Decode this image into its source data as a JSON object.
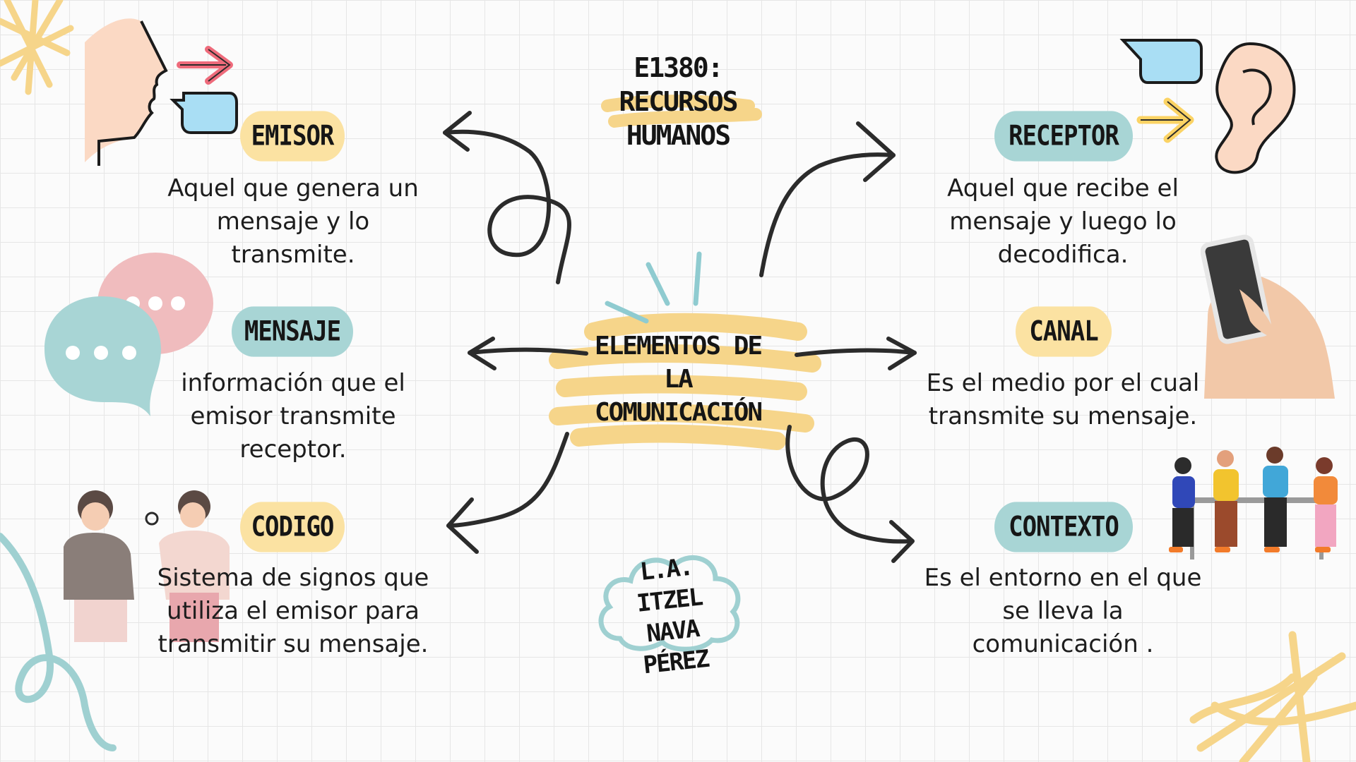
{
  "header": {
    "line1": "E1380:",
    "line2": "RECURSOS",
    "line3": "HUMANOS"
  },
  "center": {
    "line1": "ELEMENTOS DE",
    "line2": "LA",
    "line3": "COMUNICACIÓN"
  },
  "author": {
    "line1": "L.A. ITZEL",
    "line2": "NAVA",
    "line3": "PÉREZ"
  },
  "nodes": {
    "emisor": {
      "label": "EMISOR",
      "desc": [
        "Aquel que genera un",
        "mensaje y lo",
        "transmite."
      ]
    },
    "mensaje": {
      "label": "MENSAJE",
      "desc": [
        "información que el",
        "emisor transmite",
        "receptor."
      ]
    },
    "codigo": {
      "label": "CODIGO",
      "desc": [
        "Sistema de signos que",
        "utiliza el emisor para",
        "transmitir su mensaje."
      ]
    },
    "receptor": {
      "label": "RECEPTOR",
      "desc": [
        "Aquel que recibe el",
        "mensaje y luego lo",
        "decodifica."
      ]
    },
    "canal": {
      "label": "CANAL",
      "desc": [
        "Es el medio por el cual",
        "transmite su mensaje."
      ]
    },
    "contexto": {
      "label": "CONTEXTO",
      "desc": [
        "Es el entorno en el que",
        "se lleva la",
        "comunicación ."
      ]
    }
  },
  "colors": {
    "yellow": "#fbe2a2",
    "teal": "#a8d5d5",
    "pink": "#f0bcbe",
    "ink": "#2b2b2b",
    "scribble": "#f6d58a"
  }
}
